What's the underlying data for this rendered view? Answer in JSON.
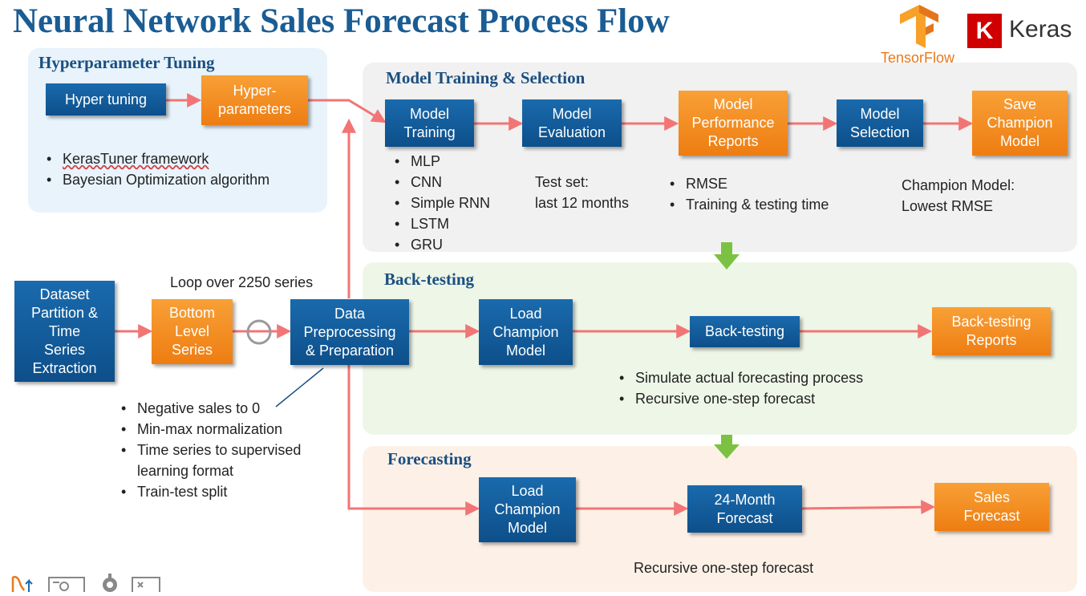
{
  "title": "Neural Network Sales Forecast Process Flow",
  "logos": {
    "keras_mark": "K",
    "keras_text": "Keras",
    "tensorflow_text": "TensorFlow"
  },
  "colors": {
    "title": "#1a5c94",
    "box_blue": "#0f5a9a",
    "box_orange": "#f28a1e",
    "arrow": "#f27575",
    "green_arrow": "#7cc242"
  },
  "hyper": {
    "title": "Hyperparameter Tuning",
    "box_tuning": "Hyper tuning",
    "box_params": "Hyper-\nparameters",
    "bullets": [
      "KerasTuner framework",
      "Bayesian Optimization algorithm"
    ]
  },
  "training": {
    "title": "Model Training & Selection",
    "box_training": "Model\nTraining",
    "box_evaluation": "Model\nEvaluation",
    "box_reports": "Model\nPerformance\nReports",
    "box_selection": "Model\nSelection",
    "box_save": "Save\nChampion\nModel",
    "models": [
      "MLP",
      "CNN",
      "Simple RNN",
      "LSTM",
      "GRU"
    ],
    "test_set": "Test set:\nlast 12 months",
    "metrics": [
      "RMSE",
      "Training & testing time"
    ],
    "champion_note": "Champion Model:\nLowest RMSE"
  },
  "left": {
    "box_dataset": "Dataset\nPartition &\nTime\nSeries\nExtraction",
    "box_bottom": "Bottom\nLevel\nSeries",
    "loop_label": "Loop over 2250 series",
    "box_preprocess": "Data\nPreprocessing\n& Preparation",
    "prep_bullets": [
      "Negative sales to 0",
      "Min-max normalization",
      "Time series to supervised",
      "Train-test split"
    ],
    "prep_bullet_cont": "learning format"
  },
  "backtesting": {
    "title": "Back-testing",
    "box_load": "Load\nChampion\nModel",
    "box_backtest": "Back-testing",
    "box_reports": "Back-testing\nReports",
    "bullets": [
      "Simulate actual forecasting process",
      "Recursive one-step forecast"
    ]
  },
  "forecasting": {
    "title": "Forecasting",
    "box_load": "Load\nChampion\nModel",
    "box_forecast": "24-Month\nForecast",
    "box_sales": "Sales\nForecast",
    "note": "Recursive one-step forecast"
  }
}
